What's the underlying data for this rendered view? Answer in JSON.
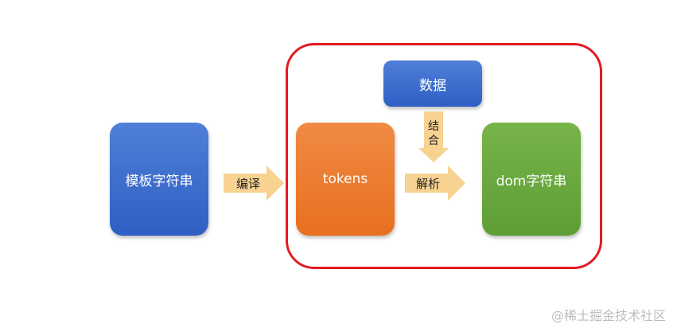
{
  "nodes": {
    "template": "模板字符串",
    "tokens": "tokens",
    "dom": "dom字符串",
    "data": "数据"
  },
  "edges": {
    "compile": "编译",
    "parse": "解析",
    "combine": "结合"
  },
  "watermark": "@稀土掘金技术社区",
  "colors": {
    "blue": "#3a6bcf",
    "orange": "#ec7a2e",
    "green": "#6aaa3f",
    "arrow": "#f8d291",
    "frame": "#e31b23"
  }
}
